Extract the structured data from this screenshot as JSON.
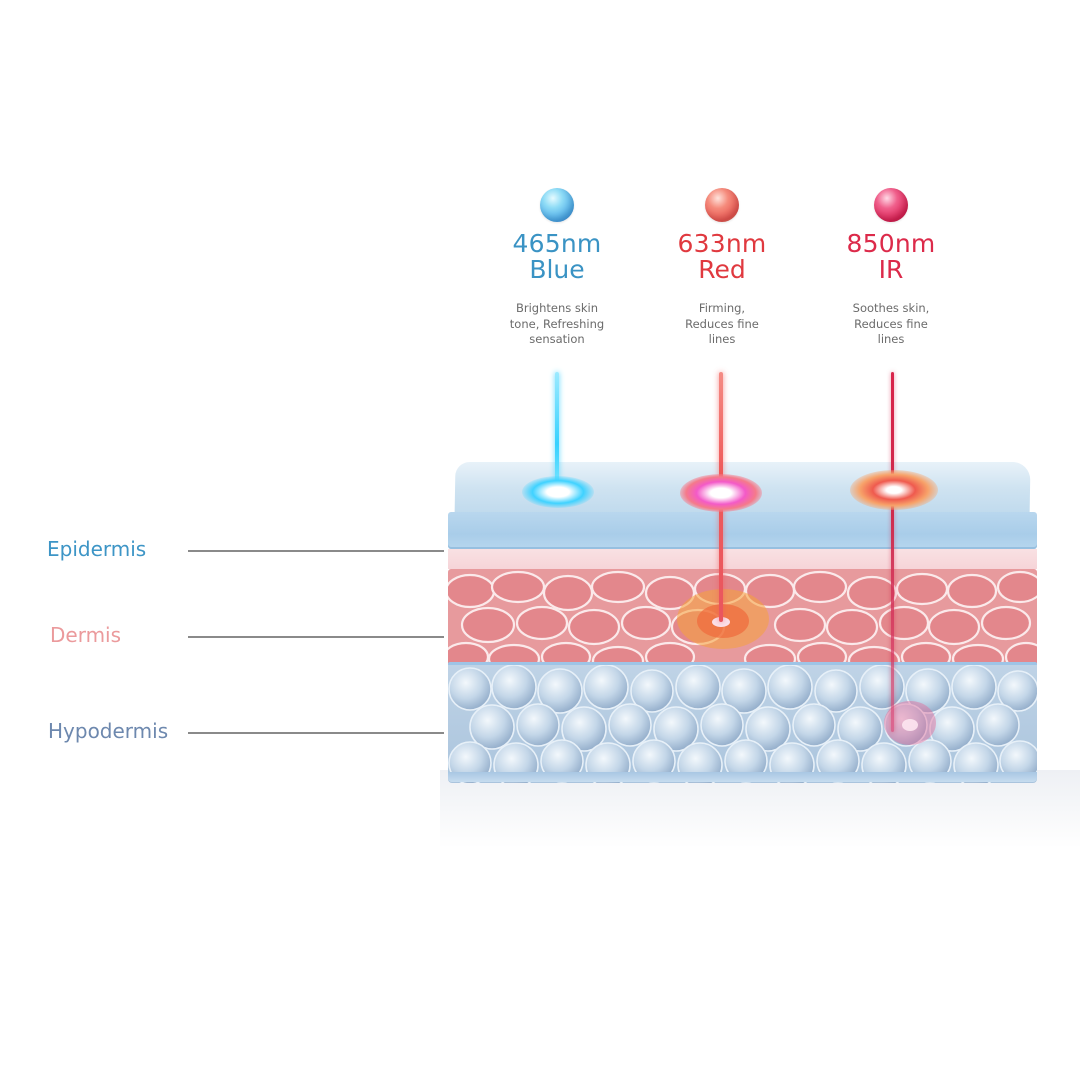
{
  "lights": [
    {
      "wavelength": "465nm",
      "name": "Blue",
      "description": [
        "Brightens skin",
        "tone, Refreshing",
        "sensation"
      ],
      "color": "#3a93c4",
      "orb_color": "#6cc4ee"
    },
    {
      "wavelength": "633nm",
      "name": "Red",
      "description": [
        "Firming,",
        "Reduces fine",
        "lines"
      ],
      "color": "#e0393f",
      "orb_color": "#ee6a5e"
    },
    {
      "wavelength": "850nm",
      "name": "IR",
      "description": [
        "Soothes skin,",
        "Reduces fine",
        "lines"
      ],
      "color": "#dc2a4a",
      "orb_color": "#e23a64"
    }
  ],
  "layers": [
    {
      "label": "Epidermis",
      "color": "#3d95c6"
    },
    {
      "label": "Dermis",
      "color": "#eb9a9c"
    },
    {
      "label": "Hypodermis",
      "color": "#6d88ae"
    }
  ]
}
